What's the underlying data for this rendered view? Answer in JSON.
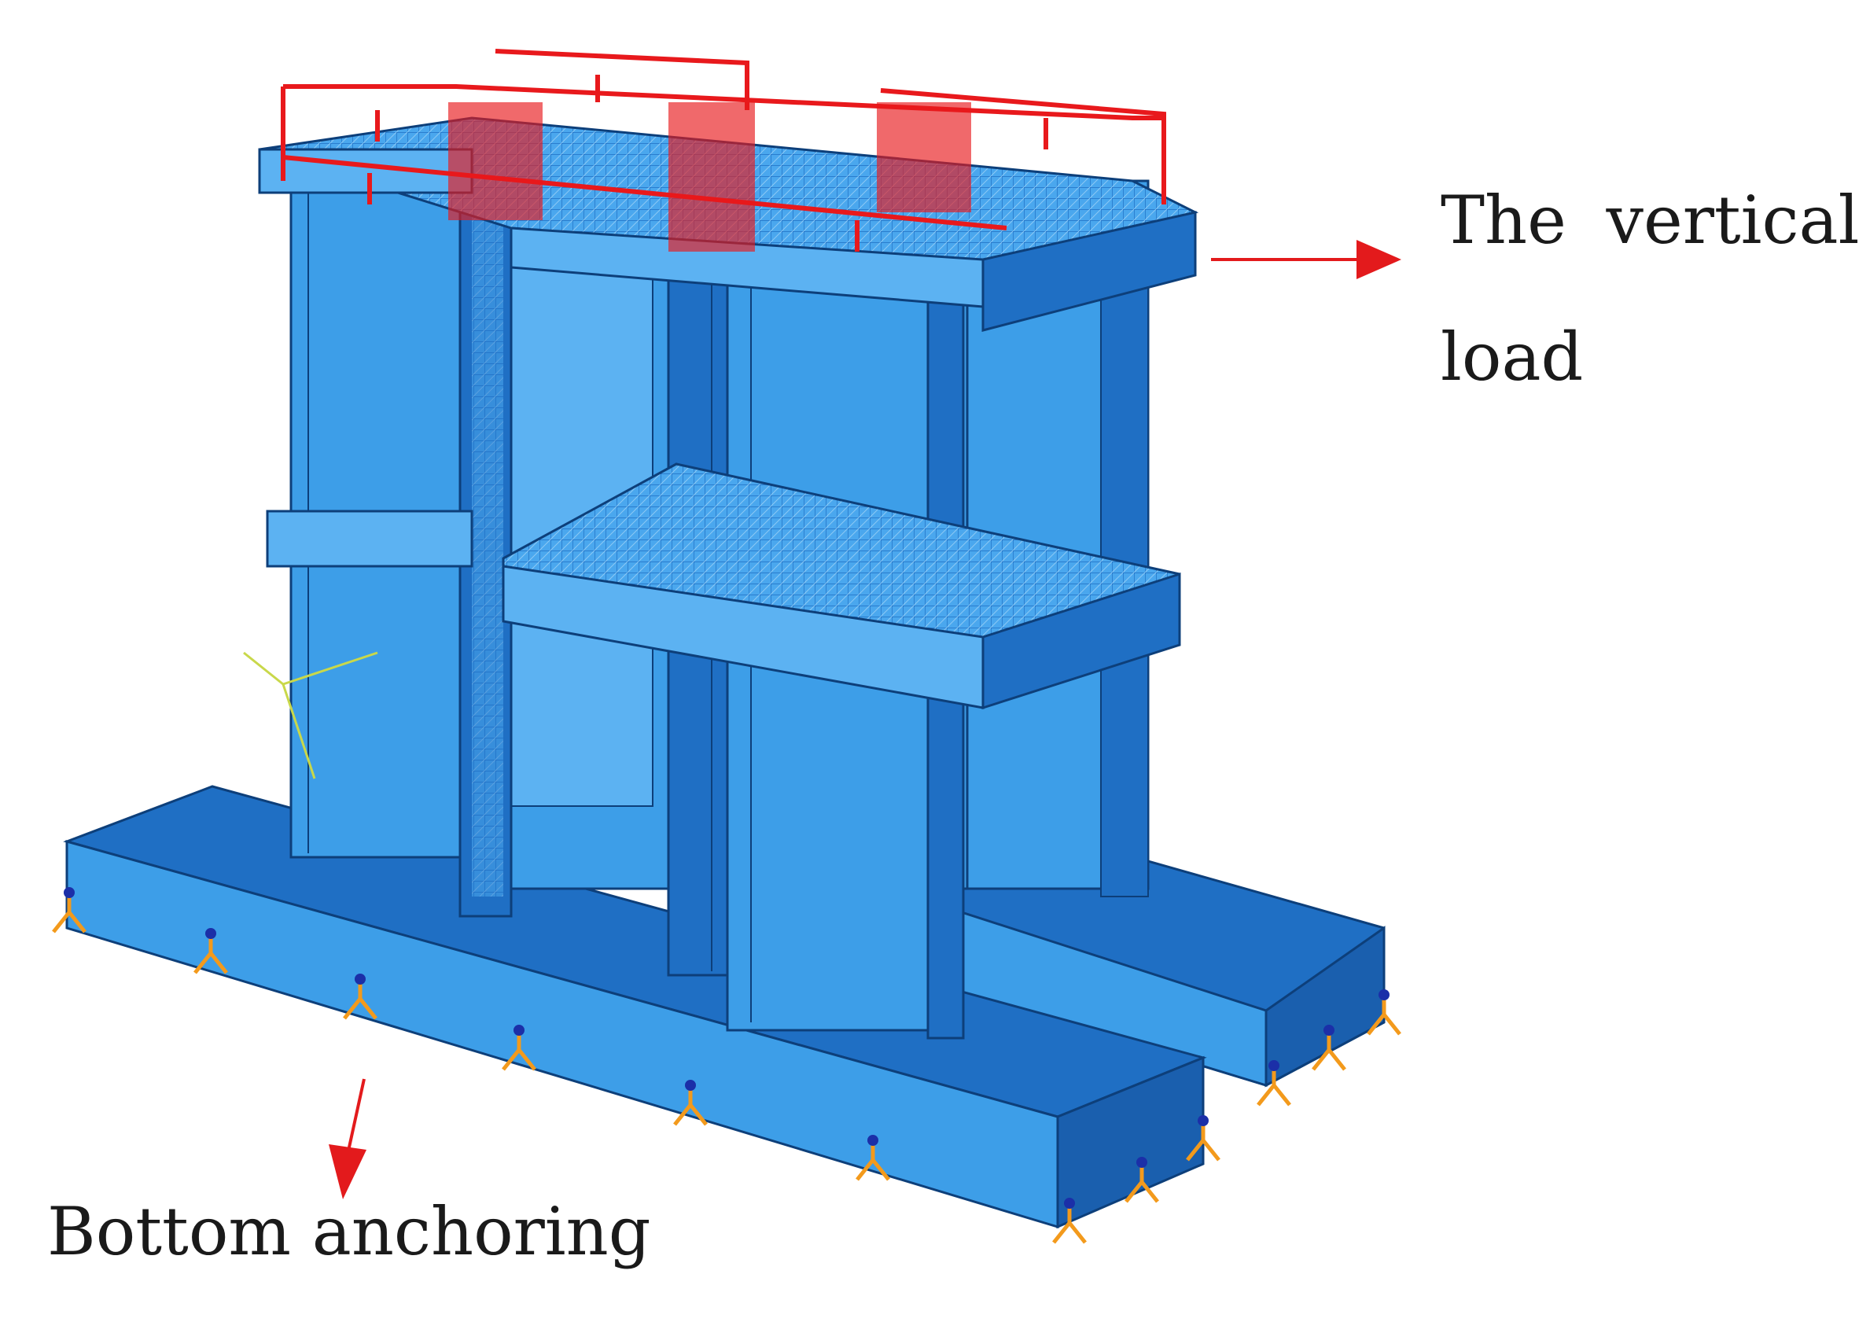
{
  "labels": {
    "vertical_load_line1": "The vertical",
    "vertical_load_line2": "load",
    "bottom_anchoring": "Bottom anchoring"
  },
  "colors": {
    "background": "#ffffff",
    "concrete_face": "#3d9ee8",
    "concrete_light": "#5cb2f2",
    "concrete_dark": "#1f6fc4",
    "edge": "#0d3f7a",
    "load_red": "#e8191c",
    "arrow_red": "#e31a1c",
    "boundary_orange": "#f39a1c",
    "boundary_blue": "#1b2fa8",
    "text": "#1a1a1a"
  },
  "icons": {
    "vertical_load_marker": "downward-arrow-glyph",
    "anchor_marker": "tripod-boundary-condition",
    "axis_triad": "coordinate-axis-triad"
  }
}
